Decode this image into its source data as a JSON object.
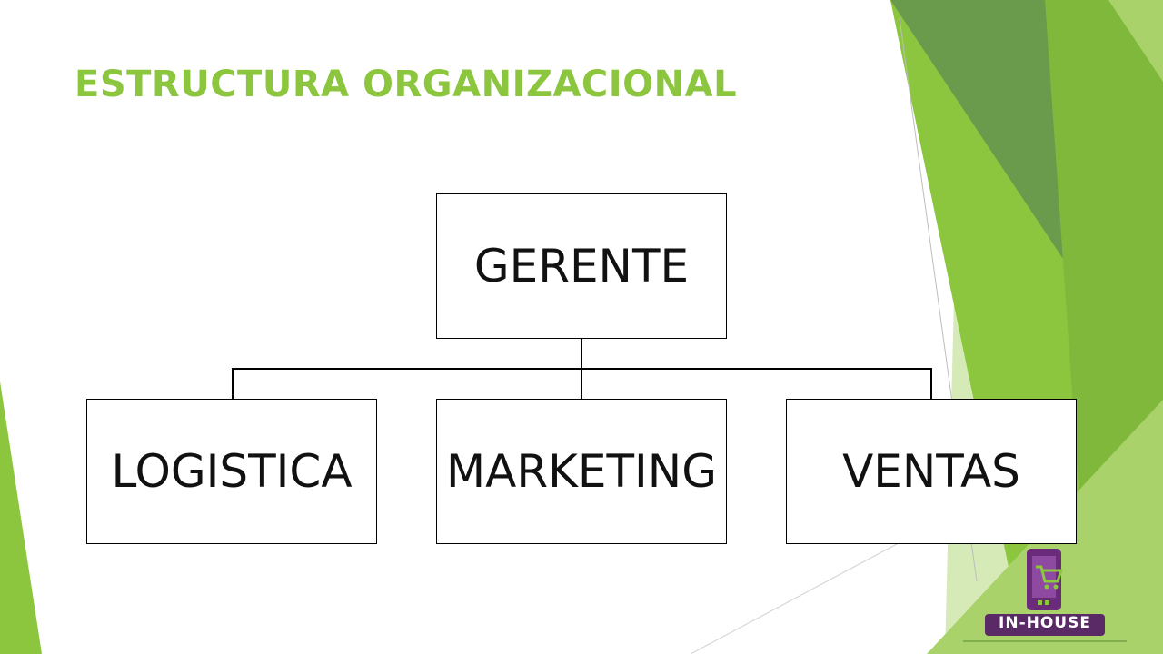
{
  "slide": {
    "title": "ESTRUCTURA ORGANIZACIONAL",
    "accent_color": "#8cc63f"
  },
  "org_chart": {
    "root": {
      "label": "GERENTE"
    },
    "children": [
      {
        "label": "LOGISTICA"
      },
      {
        "label": "MARKETING"
      },
      {
        "label": "VENTAS"
      }
    ]
  },
  "logo": {
    "text": "IN-HOUSE",
    "icon": "phone-cart-icon",
    "primary_color": "#6a2b7a"
  }
}
